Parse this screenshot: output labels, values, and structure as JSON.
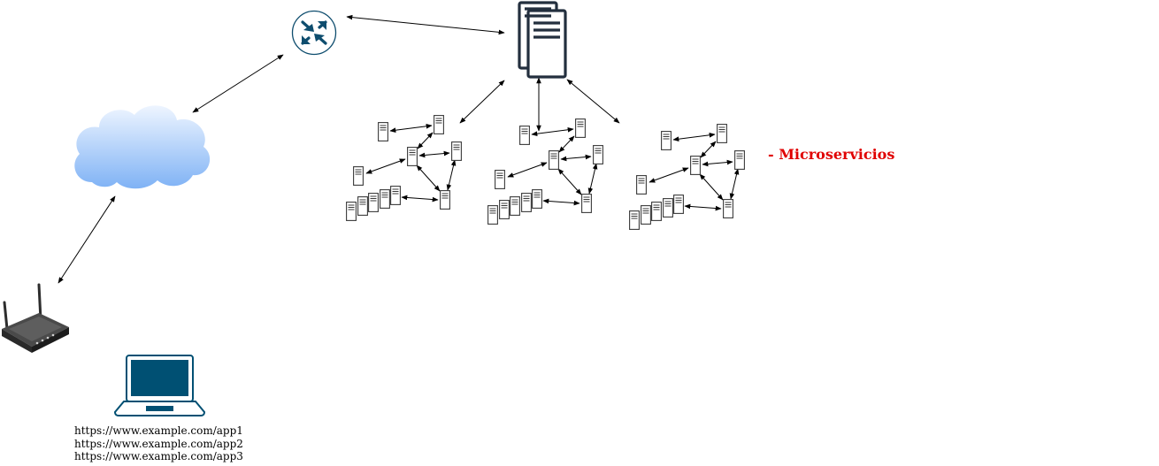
{
  "labels": {
    "microservicios": "- Microservicios"
  },
  "client": {
    "urls": [
      "https://www.example.com/app1",
      "https://www.example.com/app2",
      "https://www.example.com/app3"
    ]
  },
  "icons": {
    "router": "router-icon",
    "server": "server-rack-icon",
    "cloud": "cloud-icon",
    "wireless_router": "wifi-router-icon",
    "laptop": "laptop-icon",
    "microservice_node": "small-server-icon"
  },
  "colors": {
    "router_fill": "#0e4d6e",
    "server_stroke": "#232f3e",
    "cloud_top": "#e8f2ff",
    "cloud_bottom": "#7fb2f5",
    "laptop": "#005073",
    "label_red": "#e00000",
    "arrow": "#000000"
  }
}
